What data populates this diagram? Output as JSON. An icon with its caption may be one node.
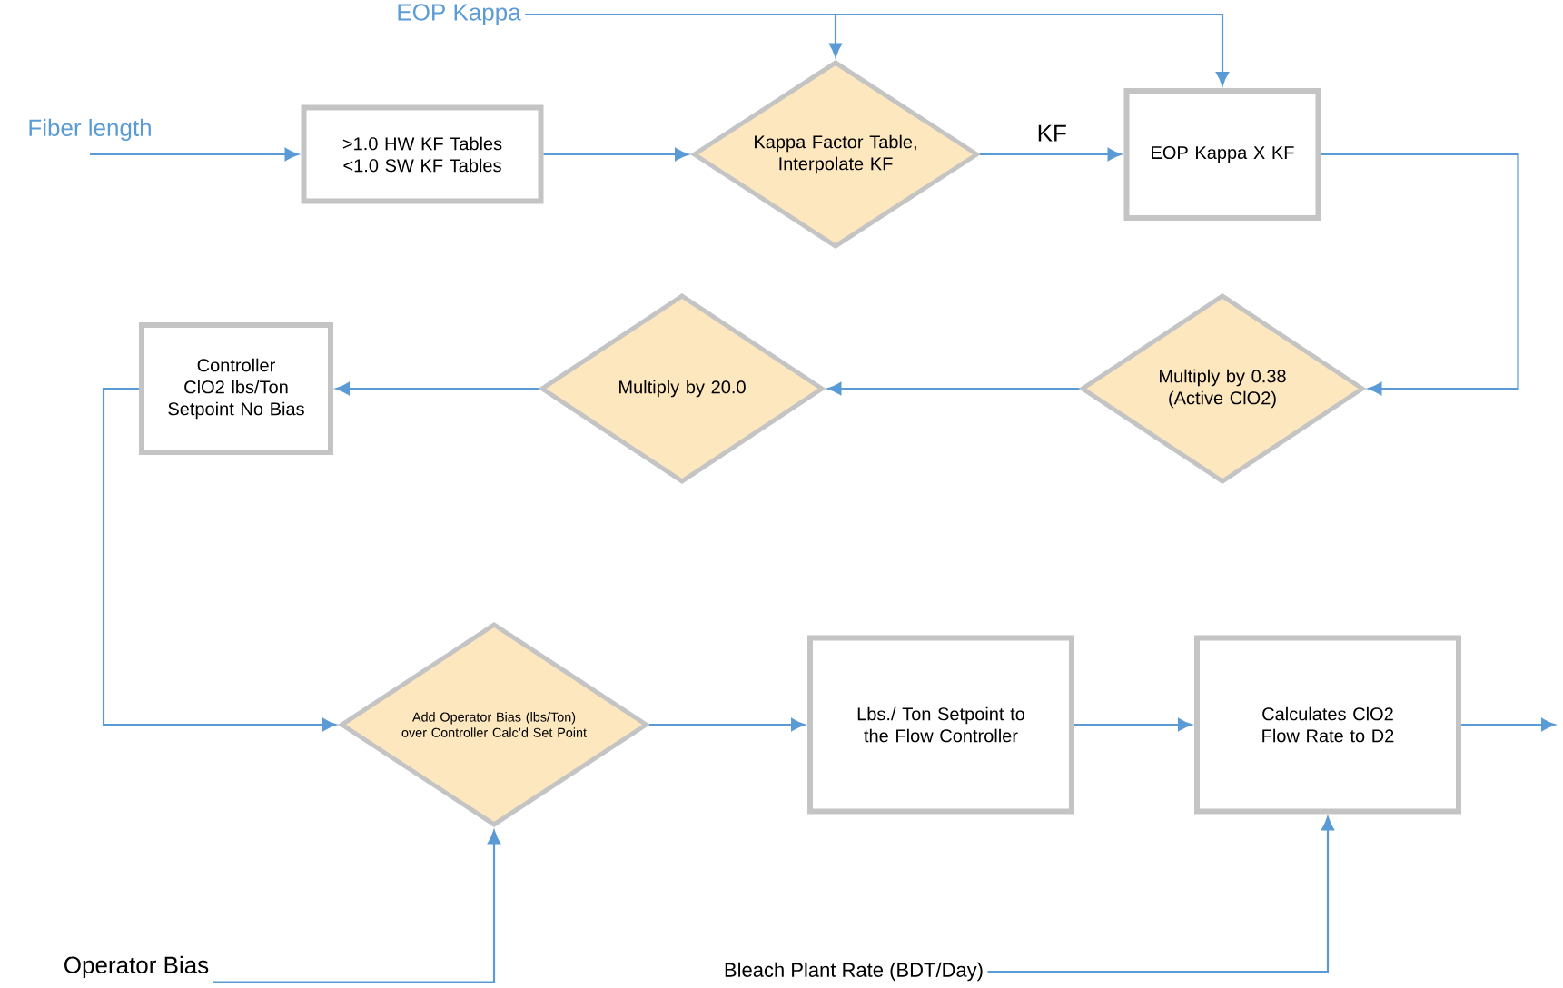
{
  "diagram": {
    "nodes": [
      {
        "text": [
          "EOP Kappa"
        ]
      },
      {
        "text": [
          "Fiber length"
        ]
      },
      {
        "text": [
          ">1.0 HW KF Tables",
          "<1.0 SW KF Tables"
        ]
      },
      {
        "text": [
          "Kappa Factor Table, Interpolate KF"
        ]
      },
      {
        "text": [
          "EOP Kappa X KF"
        ]
      },
      {
        "text": [
          "Multiply by 0.38 (Active ClO2)"
        ]
      },
      {
        "text": [
          "Multiply by 20.0"
        ]
      },
      {
        "text": [
          "Controller ClO2 lbs/Ton Setpoint No Bias"
        ]
      },
      {
        "text": [
          "Add Operator Bias (lbs/Ton) over Controller Calc’d Set Point"
        ]
      },
      {
        "text": [
          "Lbs./ Ton Setpoint to the Flow Controller"
        ]
      },
      {
        "text": [
          "Calculates ClO2 Flow Rate to D2"
        ]
      },
      {
        "text": [
          "Operator Bias"
        ]
      },
      {
        "text": [
          "Bleach Plant Rate (BDT/Day)"
        ]
      }
    ],
    "edges": [
      {
        "from": 0,
        "to": 3,
        "arrow": "to"
      },
      {
        "from": 0,
        "to": 4,
        "arrow": "to"
      },
      {
        "from": 1,
        "to": 2,
        "arrow": "to"
      },
      {
        "from": 2,
        "to": 3,
        "arrow": "to"
      },
      {
        "from": 3,
        "to": 4,
        "arrow": "to",
        "label": "KF"
      },
      {
        "from": 4,
        "to": 5,
        "arrow": "to"
      },
      {
        "from": 5,
        "to": 6,
        "arrow": "to"
      },
      {
        "from": 6,
        "to": 7,
        "arrow": "to"
      },
      {
        "from": 7,
        "to": 8,
        "arrow": "to"
      },
      {
        "from": 8,
        "to": 9,
        "arrow": "to"
      },
      {
        "from": 9,
        "to": 10,
        "arrow": "to"
      },
      {
        "from": 10,
        "to": null,
        "arrow": "to"
      },
      {
        "from": 11,
        "to": 8,
        "arrow": "to"
      },
      {
        "from": 12,
        "to": 10,
        "arrow": "to"
      }
    ]
  }
}
